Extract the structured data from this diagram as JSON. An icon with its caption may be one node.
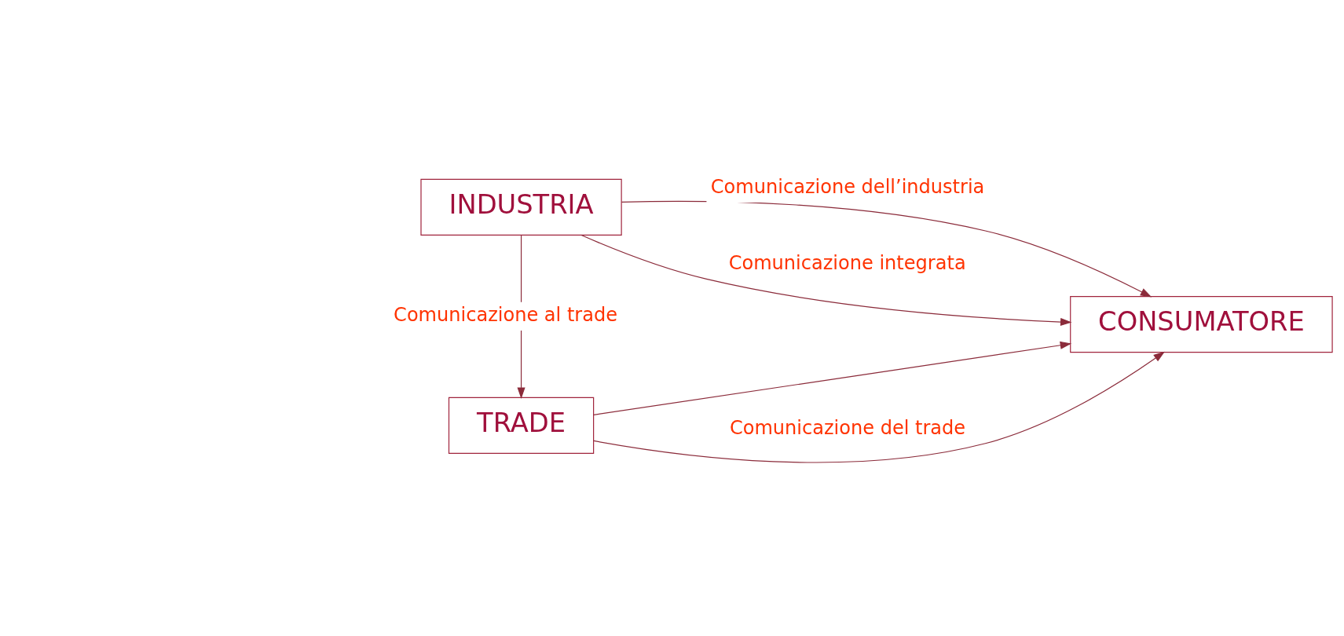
{
  "diagram": {
    "nodes": [
      {
        "text": [
          "INDUSTRIA"
        ]
      },
      {
        "text": [
          "TRADE"
        ]
      },
      {
        "text": [
          "CONSUMATORE"
        ]
      }
    ],
    "edges": [
      {
        "from": 0,
        "to": 2,
        "arrow": "to",
        "label": "Comunicazione dell’industria"
      },
      {
        "from": 0,
        "to": 1,
        "arrow": "to",
        "label": "Comunicazione al trade"
      },
      {
        "from": 0,
        "to": 2,
        "arrow": "to",
        "label": "Comunicazione integrata"
      },
      {
        "from": 1,
        "to": 2,
        "arrow": "to"
      },
      {
        "from": 1,
        "to": 2,
        "arrow": "to",
        "label": "Comunicazione del trade"
      }
    ]
  }
}
